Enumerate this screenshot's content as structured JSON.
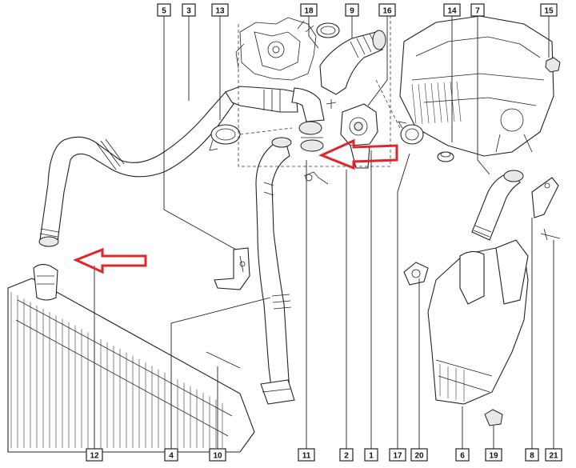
{
  "callouts": [
    {
      "id": "c5",
      "label": "5"
    },
    {
      "id": "c3",
      "label": "3"
    },
    {
      "id": "c13",
      "label": "13"
    },
    {
      "id": "c18",
      "label": "18"
    },
    {
      "id": "c9",
      "label": "9"
    },
    {
      "id": "c16",
      "label": "16"
    },
    {
      "id": "c14",
      "label": "14"
    },
    {
      "id": "c7",
      "label": "7"
    },
    {
      "id": "c15",
      "label": "15"
    },
    {
      "id": "c12",
      "label": "12"
    },
    {
      "id": "c4",
      "label": "4"
    },
    {
      "id": "c10",
      "label": "10"
    },
    {
      "id": "c11",
      "label": "11"
    },
    {
      "id": "c2",
      "label": "2"
    },
    {
      "id": "c1",
      "label": "1"
    },
    {
      "id": "c17",
      "label": "17"
    },
    {
      "id": "c20",
      "label": "20"
    },
    {
      "id": "c6",
      "label": "6"
    },
    {
      "id": "c19",
      "label": "19"
    },
    {
      "id": "c8",
      "label": "8"
    },
    {
      "id": "c21",
      "label": "21"
    }
  ],
  "arrow_color": "#e0262b"
}
